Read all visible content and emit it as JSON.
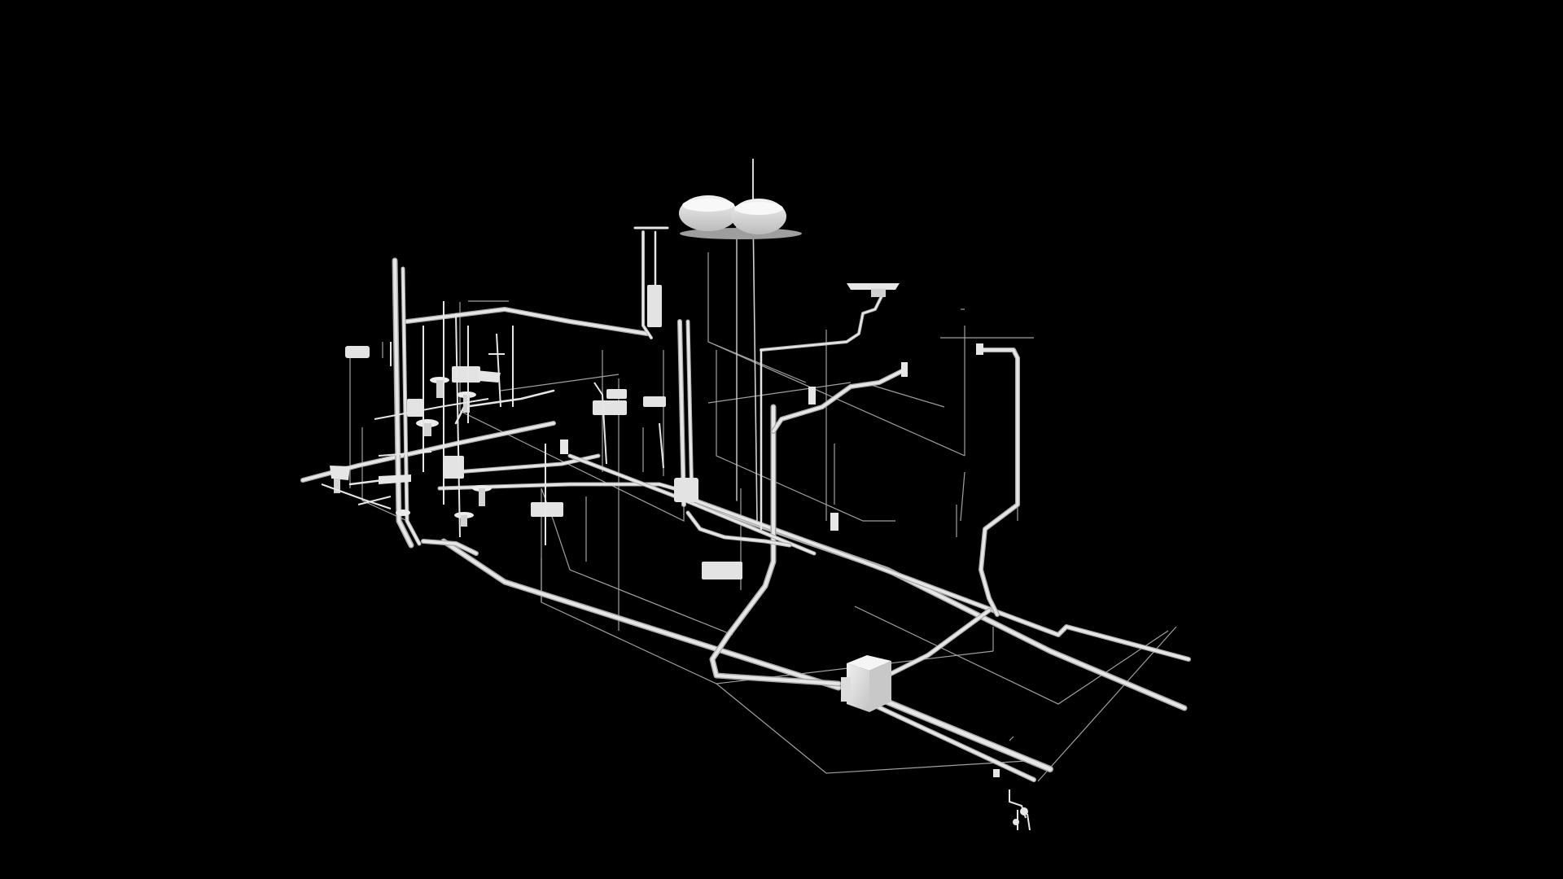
{
  "scene": {
    "background_color": "#000000",
    "pipe_color": "#e6e6e6",
    "pipe_shade_color": "#a8a8a8",
    "thin_line_color": "#bdbdbd",
    "components": [
      "rooftop-water-tank",
      "roof-vent-stack",
      "main-vertical-stack",
      "rooftop-vent-unit",
      "collection-box",
      "main-drain-pipe",
      "secondary-drain-pipe",
      "floor-drain",
      "sink-fixture",
      "wall-mounted-unit",
      "cleanout",
      "outlet-fittings"
    ]
  }
}
